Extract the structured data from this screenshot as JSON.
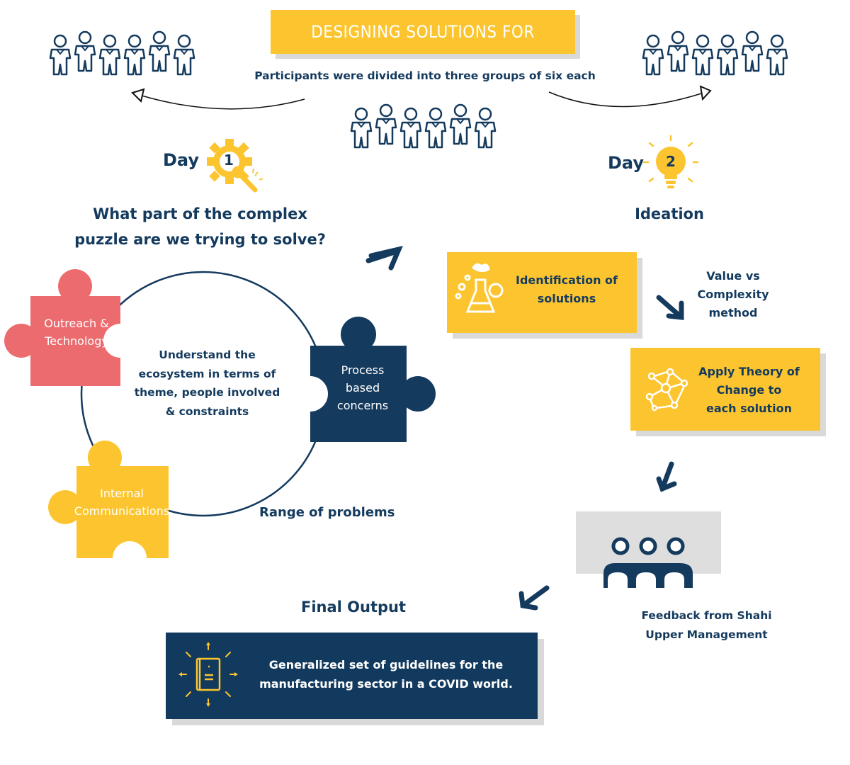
{
  "header": {
    "title": "DESIGNING SOLUTIONS FOR COMPLEXITY",
    "participants_note": "Participants were divided into three groups of six each"
  },
  "day1": {
    "label": "Day",
    "number": "1",
    "question_line1": "What part of the complex",
    "question_line2": "puzzle are we trying to solve?",
    "center_line1": "Understand the",
    "center_line2": "ecosystem in terms of",
    "center_line3": "theme, people involved",
    "center_line4": "& constraints",
    "range_label": "Range of problems",
    "puzzles": {
      "outreach_line1": "Outreach &",
      "outreach_line2": "Technology",
      "process_line1": "Process",
      "process_line2": "based",
      "process_line3": "concerns",
      "internal_line1": "Internal",
      "internal_line2": "Communications"
    }
  },
  "day2": {
    "label": "Day",
    "number": "2",
    "heading": "Ideation",
    "identification_line1": "Identification of",
    "identification_line2": "solutions",
    "method_line1": "Value vs",
    "method_line2": "Complexity",
    "method_line3": "method",
    "theory_line1": "Apply Theory of",
    "theory_line2": "Change to",
    "theory_line3": "each solution",
    "feedback_line1": "Feedback from Shahi",
    "feedback_line2": "Upper Management"
  },
  "final": {
    "heading": "Final Output",
    "line1": "Generalized set of guidelines for the",
    "line2": "manufacturing sector in a COVID world."
  },
  "colors": {
    "yellow": "#fcc52f",
    "navy": "#143a5e",
    "coral": "#eb6b6f",
    "shadow_gray": "#d9d9d9",
    "feedback_gray": "#dedede"
  },
  "icons": [
    "person-icon",
    "gear-wrench-icon",
    "lightbulb-icon",
    "flask-gear-icon",
    "network-icon",
    "team-icon",
    "book-icon",
    "arrow-icon"
  ]
}
